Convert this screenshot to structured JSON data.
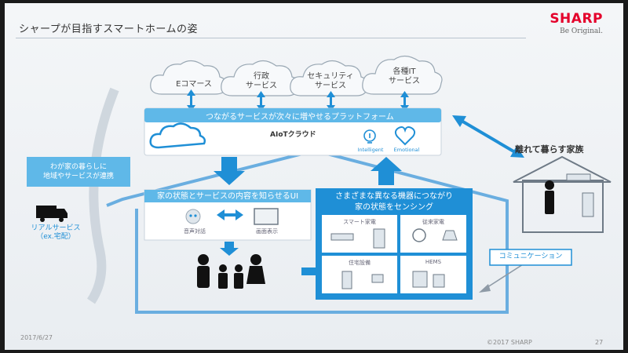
{
  "header": {
    "title": "シャープが目指すスマートホームの姿",
    "logo": "SHARP",
    "tagline": "Be Original."
  },
  "clouds": [
    {
      "label": "Eコマース"
    },
    {
      "label": "行政\nサービス"
    },
    {
      "label": "セキュリティ\nサービス"
    },
    {
      "label": "各種IT\nサービス"
    }
  ],
  "platform": {
    "title": "つながるサービスが次々に増やせるプラットフォーム",
    "cloud_name": "AIoTクラウド",
    "intelligent": "Intelligent",
    "emotional": "Emotional"
  },
  "ui_box": {
    "title": "家の状態とサービスの内容を知らせるUI",
    "voice": "音声対話",
    "screen": "画面表示"
  },
  "devices_box": {
    "title_line1": "さまざまな異なる機器につながり",
    "title_line2": "家の状態をセンシング",
    "cells": [
      "スマート家電",
      "従来家電",
      "住宅設備",
      "HEMS"
    ]
  },
  "left": {
    "region": "わが家の暮らしに\n地域やサービスが連携",
    "real": "リアルサービス\n（ex.宅配）"
  },
  "right": {
    "family_far": "離れて暮らす家族",
    "communication": "コミュニケーション"
  },
  "footer": {
    "date": "2017/6/27",
    "copyright": "©2017 SHARP",
    "page": "27"
  },
  "colors": {
    "blue": "#1f8fd6",
    "light_blue": "#5fb8e8",
    "red": "#e4002b"
  }
}
